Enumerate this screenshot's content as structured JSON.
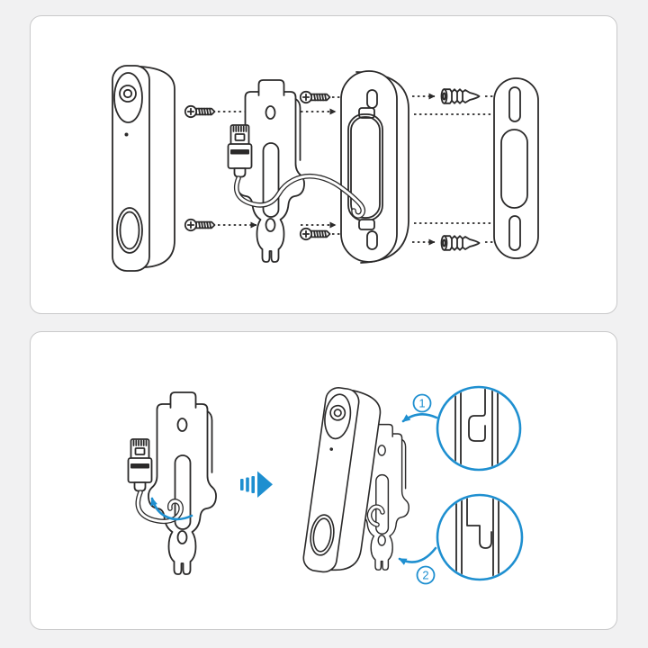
{
  "page": {
    "background": "#f1f1f2",
    "card_background": "#ffffff",
    "card_border": "#c9c9ca",
    "line_color": "#2b2a2a",
    "accent_blue": "#1e8fd0"
  },
  "panels": [
    {
      "name": "exploded-mounting-diagram",
      "icons": [
        "doorbell-camera",
        "mounting-screw",
        "bracket-with-cable",
        "rj45-connector",
        "backplate",
        "wall-anchor",
        "wall-plate",
        "alignment-dotted-arrows"
      ]
    },
    {
      "name": "cable-and-hook-installation",
      "icons": [
        "bracket-with-cable",
        "rj45-connector",
        "pull-cable-arrow",
        "proceed-arrow",
        "doorbell-on-bracket",
        "hook-detail-magnifier-top",
        "hook-detail-magnifier-bottom"
      ],
      "steps": [
        {
          "label": "1"
        },
        {
          "label": "2"
        }
      ]
    }
  ]
}
